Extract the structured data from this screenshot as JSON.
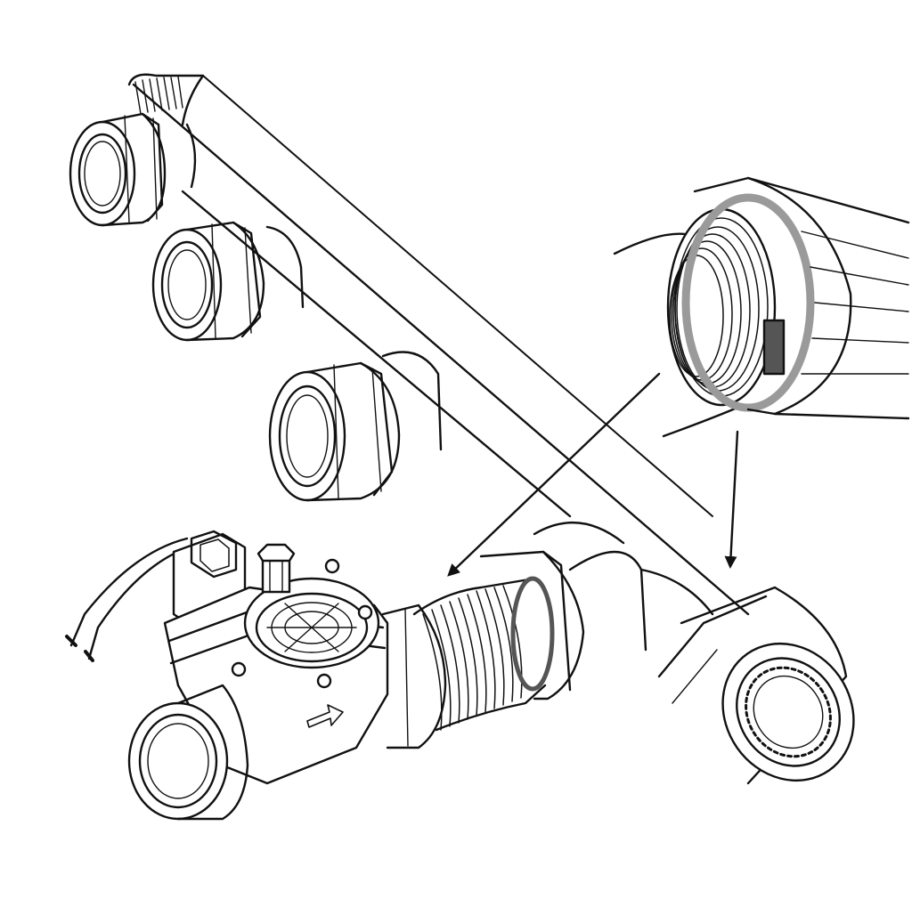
{
  "figure": {
    "kind": "line-art exploded view",
    "colors": {
      "ink": "#111111",
      "paper": "#ffffff",
      "seal": "#9a9a9a",
      "seal_dark": "#555555"
    },
    "components": [
      {
        "id": "manifold-pipe",
        "icon": "pipe-icon"
      },
      {
        "id": "outlet-union-1",
        "icon": "union-fitting-icon"
      },
      {
        "id": "outlet-union-2",
        "icon": "union-fitting-icon"
      },
      {
        "id": "outlet-union-3",
        "icon": "union-fitting-icon"
      },
      {
        "id": "inlet-union",
        "icon": "union-fitting-icon"
      },
      {
        "id": "solenoid-valve",
        "icon": "valve-icon"
      },
      {
        "id": "flex-hose",
        "icon": "corrugated-hose-icon"
      },
      {
        "id": "thread-detail-callout",
        "icon": "magnify-detail-icon"
      },
      {
        "id": "leader-arrows",
        "icon": "arrow-icon"
      }
    ],
    "text_labels": []
  }
}
